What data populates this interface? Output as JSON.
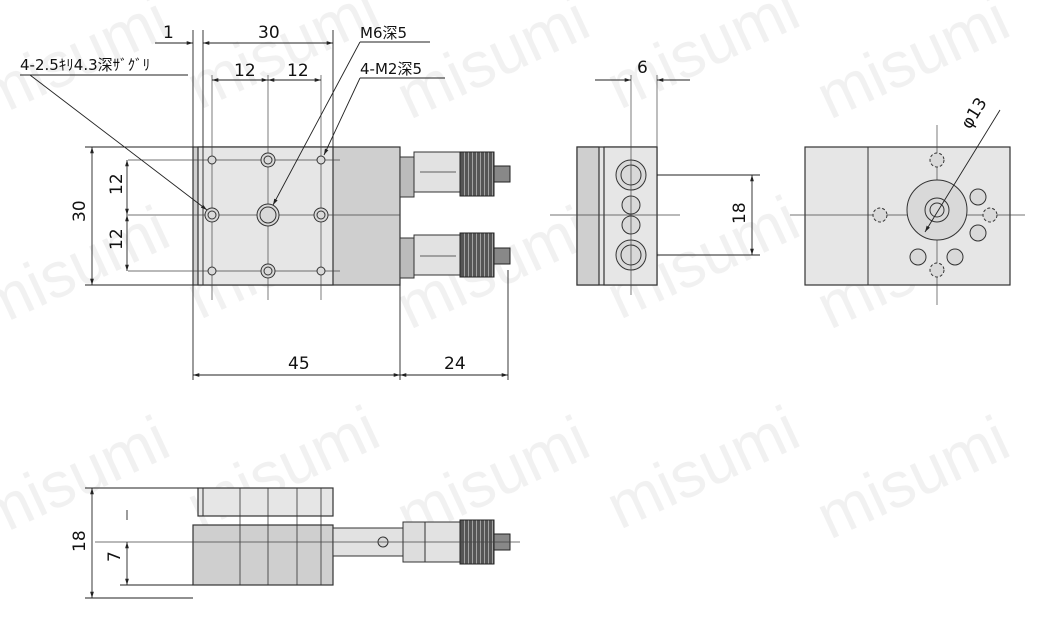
{
  "watermark": "misumi",
  "top_view": {
    "dim_1": "1",
    "dim_30_top": "30",
    "dim_12_a": "12",
    "dim_12_b": "12",
    "label_counterbore": "4-2.5ｷﾘ4.3深ｻﾞｸﾞﾘ",
    "label_m6": "M6深5",
    "label_m2": "4-M2深5",
    "dim_30_left": "30",
    "dim_12_left_a": "12",
    "dim_12_left_b": "12",
    "dim_45": "45",
    "dim_24": "24"
  },
  "side_view": {
    "dim_6": "6",
    "dim_18": "18"
  },
  "end_view": {
    "dim_phi13": "φ13"
  },
  "front_view": {
    "dim_18": "18",
    "dim_7": "7"
  }
}
